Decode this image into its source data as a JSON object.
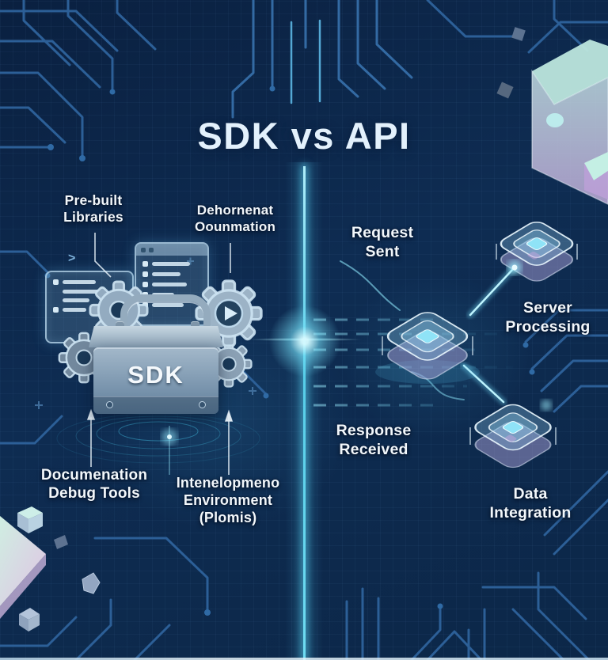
{
  "title": "SDK vs API",
  "sdk_side": {
    "toolbox_label": "SDK",
    "labels": {
      "pre_built": "Pre-built\nLibraries",
      "documentation_top": "Dehornenat\nOounmation",
      "debug_tools": "Documenation\nDebug Tools",
      "environment": "Intenelopmeno\nEnvironment\n(Plomis)"
    },
    "icons": [
      "code-list-window",
      "code-editor-window",
      "gear",
      "gear-play",
      "toolbox"
    ],
    "chevron_glyph": ">"
  },
  "api_side": {
    "labels": {
      "request_sent": "Request\nSent",
      "server_processing": "Server\nProcessing",
      "response_received": "Response\nReceived",
      "data_integration": "Data\nIntegration"
    },
    "icons": [
      "chip-node",
      "chip-node",
      "chip-node"
    ]
  },
  "colors": {
    "background": "#0d2a4e",
    "circuit_trace": "#2e6196",
    "divider_glow": "#6fdcf2",
    "title_text": "#e3f1fc",
    "label_text": "#f2f7fb",
    "toolbox_body": "#7f9cb5",
    "chip_glass": "#aee2f5",
    "pastel_cube_top": "#bfe8dd",
    "pastel_cube_side": "#c9b4dd"
  }
}
